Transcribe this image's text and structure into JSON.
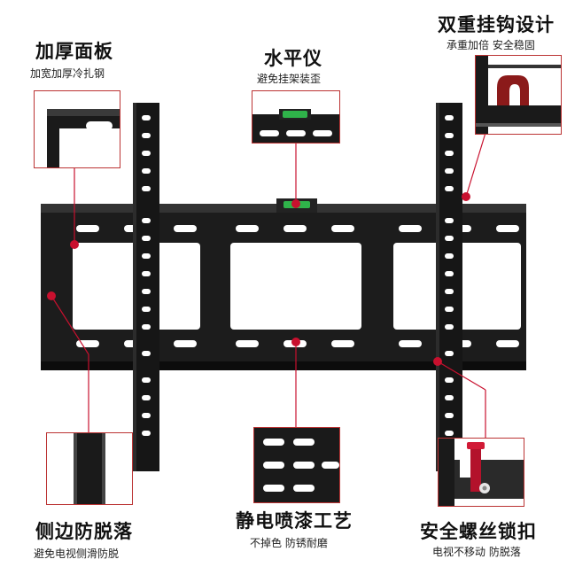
{
  "labels": {
    "thick_panel": {
      "title": "加厚面板",
      "sub": "加宽加厚冷扎钢"
    },
    "level": {
      "title": "水平仪",
      "sub": "避免挂架装歪"
    },
    "double_hook": {
      "title": "双重挂钩设计",
      "sub": "承重加倍 安全稳固"
    },
    "anti_fall": {
      "title": "侧边防脱落",
      "sub": "避免电视侧滑防脱"
    },
    "coating": {
      "title": "静电喷漆工艺",
      "sub": "不掉色 防锈耐磨"
    },
    "safety_lock": {
      "title": "安全螺丝锁扣",
      "sub": "电视不移动 防脱落"
    }
  },
  "colors": {
    "metal": "#1a1a1a",
    "accent": "#c8102e",
    "level_green": "#2fb34a"
  }
}
